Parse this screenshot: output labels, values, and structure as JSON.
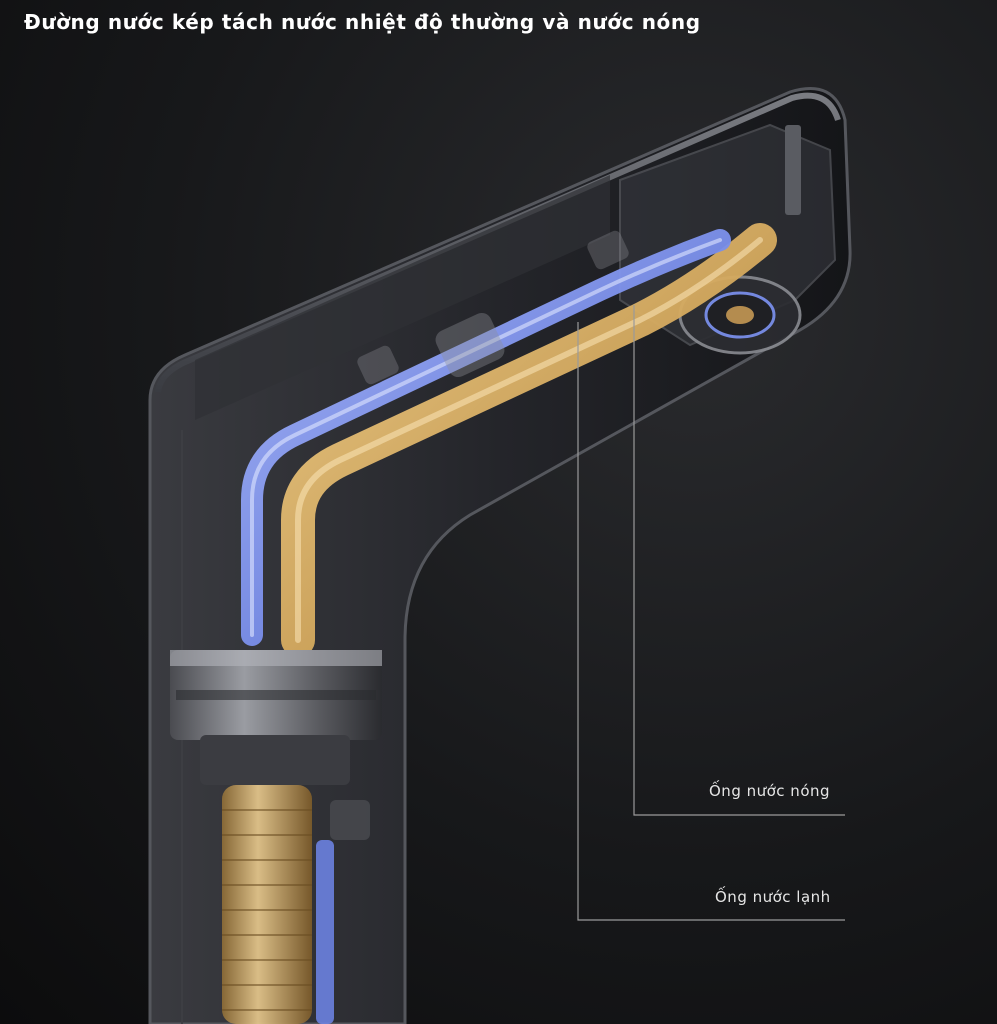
{
  "header": {
    "title": "Đường nước kép tách nước nhiệt độ thường và nước nóng"
  },
  "callouts": {
    "hot_pipe": "Ống nước nóng",
    "cold_pipe": "Ống nước lạnh"
  },
  "colors": {
    "background": "#17181a",
    "hot_pipe": "#d9a85a",
    "cold_pipe": "#7d93f2",
    "faucet_body": "#2b2c30",
    "leader_line": "#9a9a9a"
  }
}
